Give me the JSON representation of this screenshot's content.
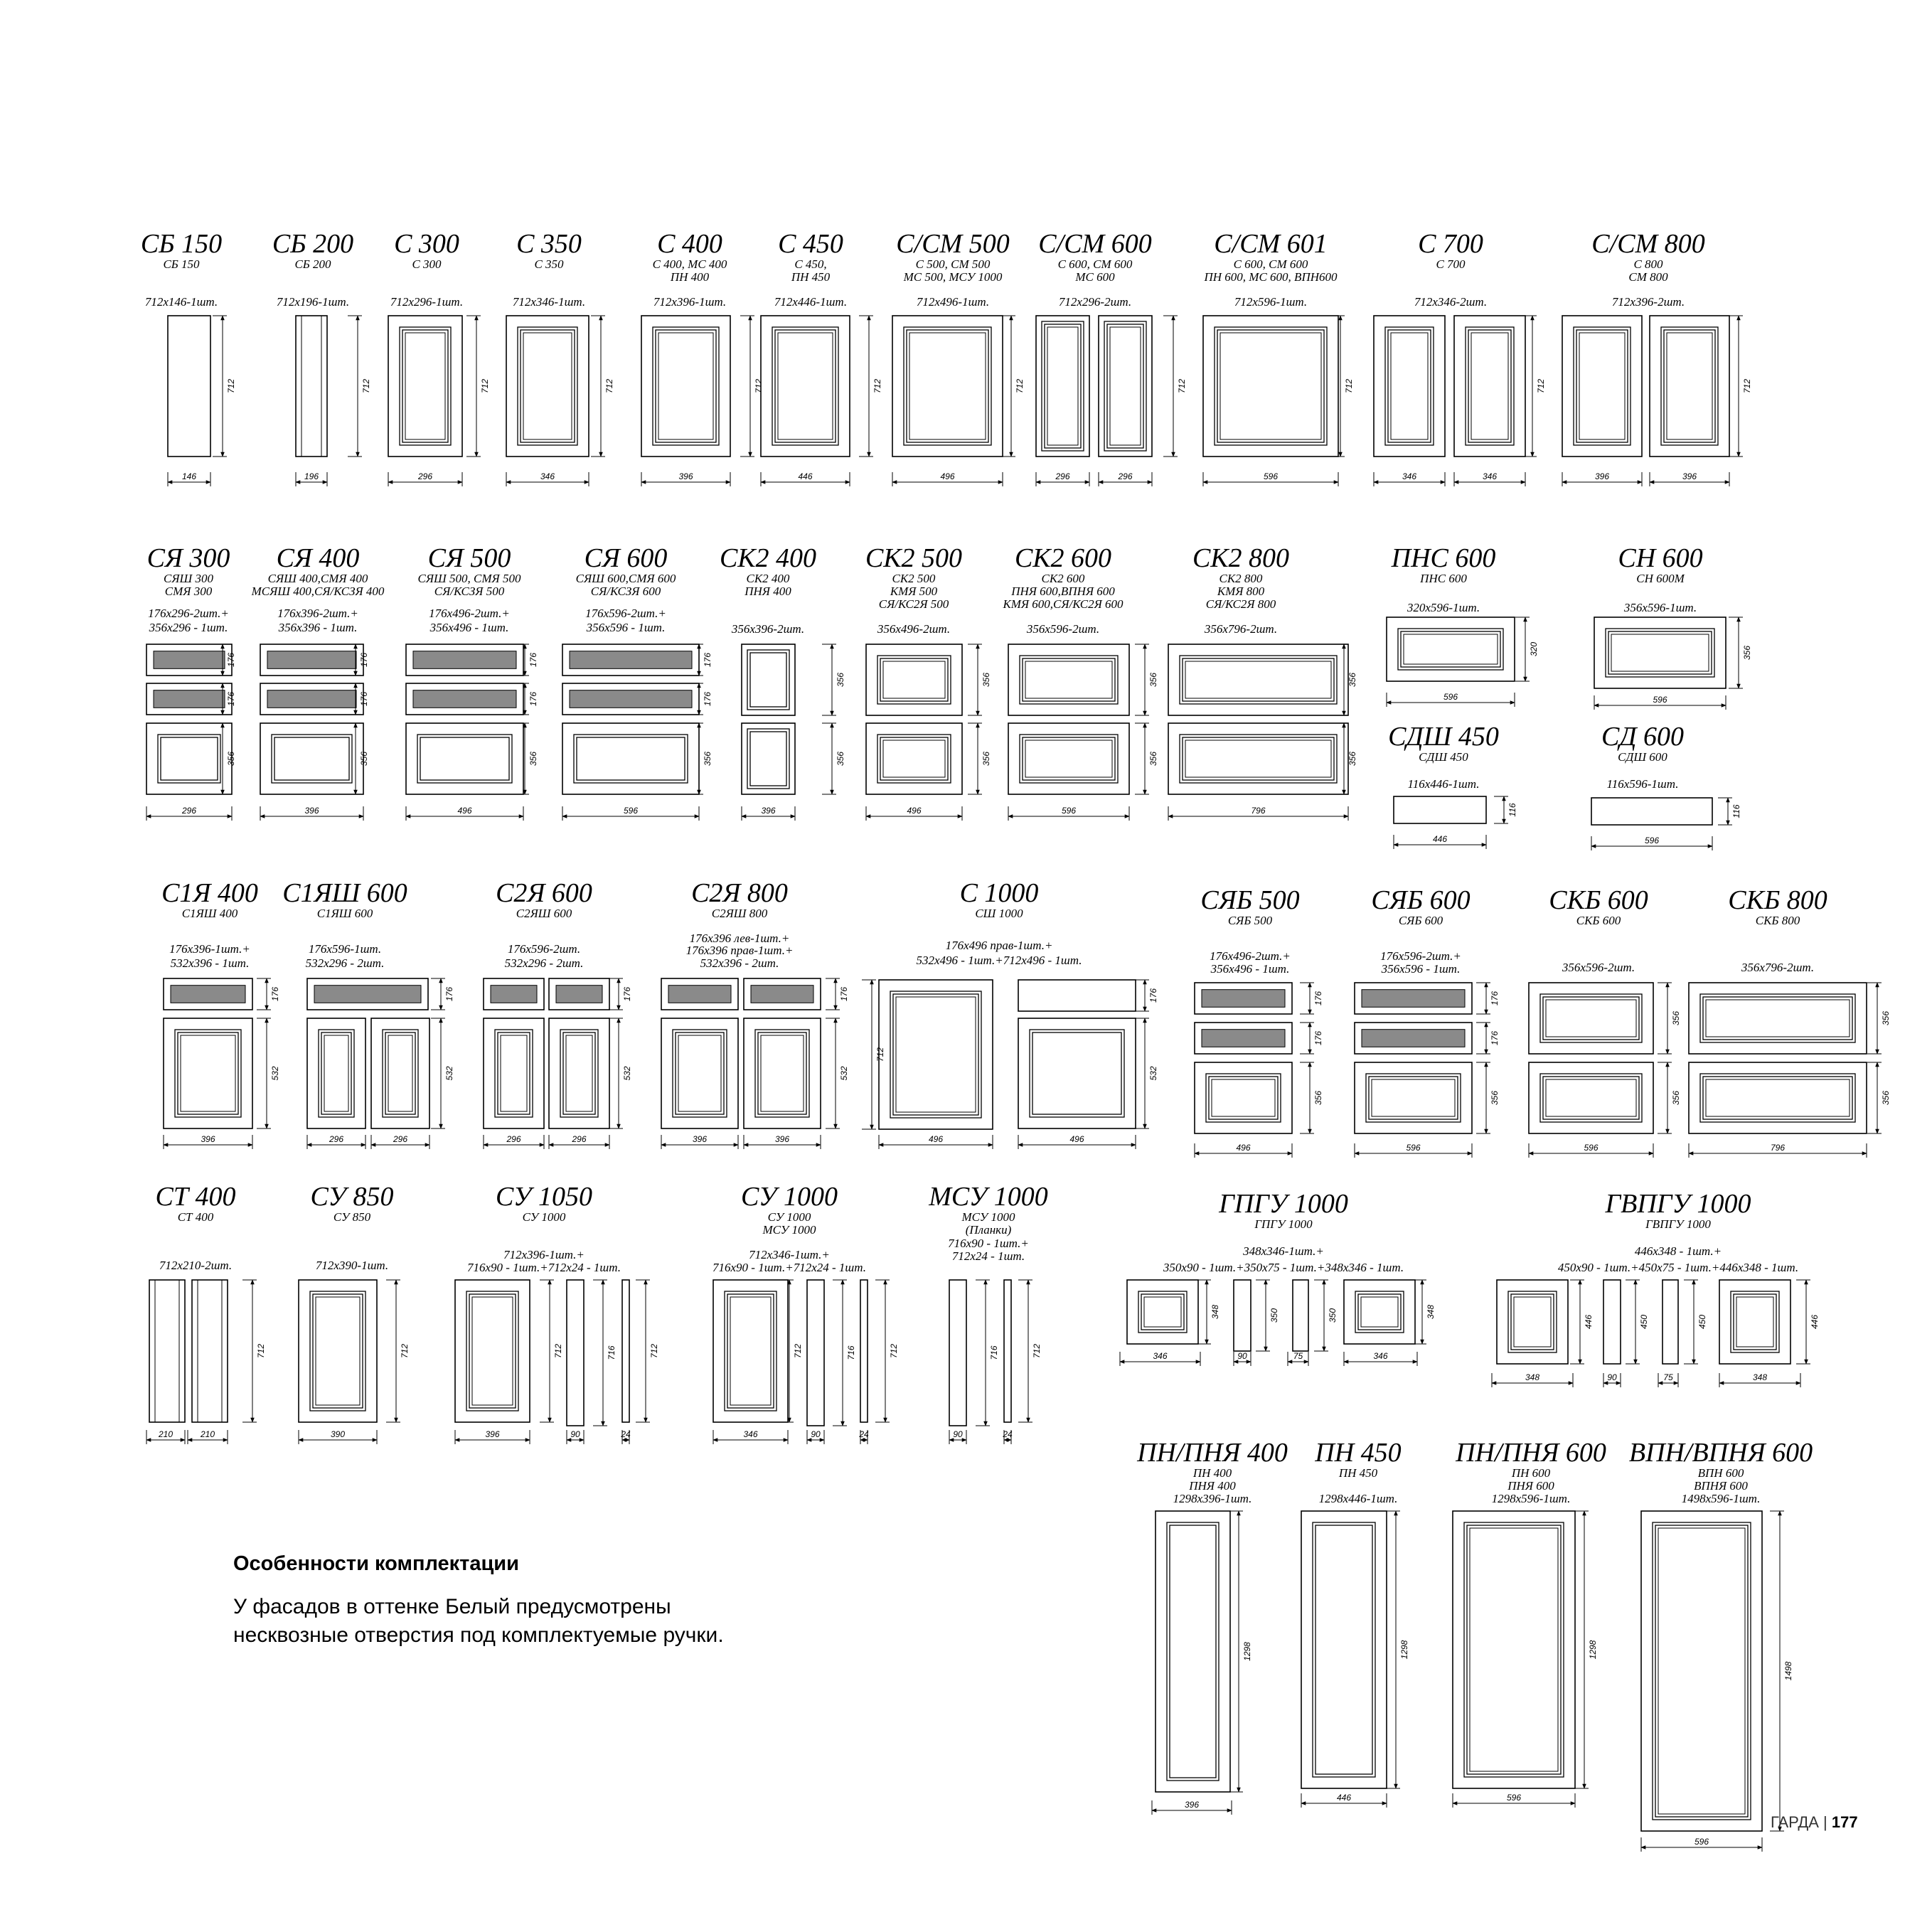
{
  "note": {
    "title": "Особенности комплектации",
    "text": "У фасадов в оттенке Белый предусмотрены несквозные отверстия под комплектуемые ручки."
  },
  "footer": {
    "brand": "ГАРДА",
    "separator": "|",
    "page": "177"
  },
  "items": [
    {
      "title": "СБ 150",
      "sub": [
        "СБ 150"
      ],
      "spec": [
        "712x146-1шт."
      ],
      "dims": [
        "712",
        "146"
      ]
    },
    {
      "title": "СБ 200",
      "sub": [
        "СБ 200"
      ],
      "spec": [
        "712x196-1шт."
      ],
      "dims": [
        "712",
        "196"
      ]
    },
    {
      "title": "С 300",
      "sub": [
        "С 300"
      ],
      "spec": [
        "712x296-1шт."
      ],
      "dims": [
        "712",
        "296"
      ]
    },
    {
      "title": "С 350",
      "sub": [
        "С 350"
      ],
      "spec": [
        "712x346-1шт."
      ],
      "dims": [
        "712",
        "346"
      ]
    },
    {
      "title": "С 400",
      "sub": [
        "С 400, МС 400",
        "ПН 400"
      ],
      "spec": [
        "712x396-1шт."
      ],
      "dims": [
        "712",
        "396"
      ]
    },
    {
      "title": "С 450",
      "sub": [
        "С 450,",
        "ПН 450"
      ],
      "spec": [
        "712x446-1шт."
      ],
      "dims": [
        "712",
        "446"
      ]
    },
    {
      "title": "С/СМ 500",
      "sub": [
        "С 500, СМ 500",
        "МС 500, МСУ 1000"
      ],
      "spec": [
        "712x496-1шт."
      ],
      "dims": [
        "712",
        "496"
      ]
    },
    {
      "title": "С/СМ 600",
      "sub": [
        "С 600, СМ 600",
        "МС 600"
      ],
      "spec": [
        "712x296-2шт."
      ],
      "dims": [
        "712",
        "296",
        "296"
      ]
    },
    {
      "title": "С/СМ 601",
      "sub": [
        "С 600, СМ 600",
        "ПН 600, МС 600, ВПН600"
      ],
      "spec": [
        "712x596-1шт."
      ],
      "dims": [
        "712",
        "596"
      ]
    },
    {
      "title": "С 700",
      "sub": [
        "С 700"
      ],
      "spec": [
        "712x346-2шт."
      ],
      "dims": [
        "712",
        "346",
        "346"
      ]
    },
    {
      "title": "С/СМ 800",
      "sub": [
        "С 800",
        "СМ 800"
      ],
      "spec": [
        "712x396-2шт."
      ],
      "dims": [
        "712",
        "396",
        "396"
      ]
    },
    {
      "title": "СЯ 300",
      "sub": [
        "СЯШ 300",
        "СМЯ 300"
      ],
      "spec": [
        "176x296-2шт.+",
        "356x296 - 1шт."
      ],
      "dims": [
        "176",
        "176",
        "356",
        "296"
      ]
    },
    {
      "title": "СЯ 400",
      "sub": [
        "СЯШ 400,СМЯ 400",
        "МСЯШ 400,СЯ/КСЗЯ 400"
      ],
      "spec": [
        "176x396-2шт.+",
        "356x396 - 1шт."
      ],
      "dims": [
        "176",
        "176",
        "356",
        "396"
      ]
    },
    {
      "title": "СЯ 500",
      "sub": [
        "СЯШ 500, СМЯ 500",
        "СЯ/КСЗЯ 500"
      ],
      "spec": [
        "176x496-2шт.+",
        "356x496 - 1шт."
      ],
      "dims": [
        "176",
        "176",
        "356",
        "496"
      ]
    },
    {
      "title": "СЯ 600",
      "sub": [
        "СЯШ 600,СМЯ 600",
        "СЯ/КСЗЯ 600"
      ],
      "spec": [
        "176x596-2шт.+",
        "356x596 - 1шт."
      ],
      "dims": [
        "176",
        "176",
        "356",
        "596"
      ]
    },
    {
      "title": "СК2 400",
      "sub": [
        "СК2 400",
        "ПНЯ 400"
      ],
      "spec": [
        "356x396-2шт."
      ],
      "dims": [
        "356",
        "356",
        "396"
      ]
    },
    {
      "title": "СК2 500",
      "sub": [
        "СК2 500",
        "КМЯ 500",
        "СЯ/КС2Я 500"
      ],
      "spec": [
        "356x496-2шт."
      ],
      "dims": [
        "356",
        "356",
        "496"
      ]
    },
    {
      "title": "СК2 600",
      "sub": [
        "СК2 600",
        "ПНЯ 600,ВПНЯ 600",
        "КМЯ 600,СЯ/КС2Я 600"
      ],
      "spec": [
        "356x596-2шт."
      ],
      "dims": [
        "356",
        "356",
        "596"
      ]
    },
    {
      "title": "СК2 800",
      "sub": [
        "СК2 800",
        "КМЯ 800",
        "СЯ/КС2Я 800"
      ],
      "spec": [
        "356x796-2шт."
      ],
      "dims": [
        "356",
        "356",
        "796"
      ]
    },
    {
      "title": "ПНС 600",
      "sub": [
        "ПНС 600"
      ],
      "spec": [
        "320x596-1шт."
      ],
      "dims": [
        "320",
        "596"
      ]
    },
    {
      "title": "СН 600",
      "sub": [
        "СН 600М"
      ],
      "spec": [
        "356x596-1шт."
      ],
      "dims": [
        "356",
        "596"
      ]
    },
    {
      "title": "СДШ 450",
      "sub": [
        "СДШ 450"
      ],
      "spec": [
        "116x446-1шт."
      ],
      "dims": [
        "116",
        "446"
      ]
    },
    {
      "title": "СД 600",
      "sub": [
        "СДШ 600"
      ],
      "spec": [
        "116x596-1шт."
      ],
      "dims": [
        "116",
        "596"
      ]
    },
    {
      "title": "С1Я 400",
      "sub": [
        "С1ЯШ 400"
      ],
      "spec": [
        "176x396-1шт.+",
        "532x396 - 1шт."
      ],
      "dims": [
        "176",
        "532",
        "396"
      ]
    },
    {
      "title": "С1ЯШ 600",
      "sub": [
        "С1ЯШ 600"
      ],
      "spec": [
        "176x596-1шт.",
        "532x296 - 2шт."
      ],
      "dims": [
        "176",
        "532",
        "296",
        "296"
      ]
    },
    {
      "title": "С2Я 600",
      "sub": [
        "С2ЯШ 600"
      ],
      "spec": [
        "176x596-2шт.",
        "532x296 - 2шт."
      ],
      "dims": [
        "176",
        "532",
        "296",
        "296"
      ]
    },
    {
      "title": "С2Я 800",
      "sub": [
        "С2ЯШ 800"
      ],
      "spec": [
        "176x396 лев-1шт.+",
        "176x396 прав-1шт.+",
        "532x396 - 2шт."
      ],
      "dims": [
        "176",
        "532",
        "396",
        "396"
      ]
    },
    {
      "title": "С 1000",
      "sub": [
        "СШ 1000"
      ],
      "spec": [
        "176x496 прав-1шт.+",
        "532x496 - 1шт.+712x496 - 1шт."
      ],
      "dims": [
        "712",
        "176",
        "532",
        "496",
        "496"
      ]
    },
    {
      "title": "СЯБ 500",
      "sub": [
        "СЯБ 500"
      ],
      "spec": [
        "176x496-2шт.+",
        "356x496 - 1шт."
      ],
      "dims": [
        "176",
        "176",
        "356",
        "496"
      ]
    },
    {
      "title": "СЯБ 600",
      "sub": [
        "СЯБ 600"
      ],
      "spec": [
        "176x596-2шт.+",
        "356x596 - 1шт."
      ],
      "dims": [
        "176",
        "176",
        "356",
        "596"
      ]
    },
    {
      "title": "СКБ 600",
      "sub": [
        "СКБ 600"
      ],
      "spec": [
        "356x596-2шт."
      ],
      "dims": [
        "356",
        "356",
        "596"
      ]
    },
    {
      "title": "СКБ 800",
      "sub": [
        "СКБ 800"
      ],
      "spec": [
        "356x796-2шт."
      ],
      "dims": [
        "356",
        "356",
        "796"
      ]
    },
    {
      "title": "СТ 400",
      "sub": [
        "СТ 400"
      ],
      "spec": [
        "712x210-2шт."
      ],
      "dims": [
        "712",
        "210",
        "210"
      ]
    },
    {
      "title": "СУ 850",
      "sub": [
        "СУ 850"
      ],
      "spec": [
        "712x390-1шт."
      ],
      "dims": [
        "712",
        "390"
      ]
    },
    {
      "title": "СУ 1050",
      "sub": [
        "СУ 1000"
      ],
      "spec": [
        "712x396-1шт.+",
        "716x90 - 1шт.+712x24 - 1шт."
      ],
      "dims": [
        "712",
        "716",
        "712",
        "396",
        "90",
        "24"
      ]
    },
    {
      "title": "СУ 1000",
      "sub": [
        "СУ 1000",
        "МСУ 1000"
      ],
      "spec": [
        "712x346-1шт.+",
        "716x90 - 1шт.+712x24 - 1шт."
      ],
      "dims": [
        "712",
        "716",
        "712",
        "346",
        "90",
        "24"
      ]
    },
    {
      "title": "МСУ 1000",
      "sub": [
        "МСУ 1000",
        "(Планки)"
      ],
      "spec": [
        "716x90 - 1шт.+",
        "712x24 - 1шт."
      ],
      "dims": [
        "716",
        "712",
        "90",
        "24"
      ]
    },
    {
      "title": "ГПГУ 1000",
      "sub": [
        "ГПГУ 1000"
      ],
      "spec": [
        "348x346-1шт.+",
        "350x90 - 1шт.+350x75 - 1шт.+348x346 - 1шт."
      ],
      "dims": [
        "348",
        "350",
        "350",
        "348",
        "346",
        "90",
        "75",
        "346"
      ]
    },
    {
      "title": "ГВПГУ 1000",
      "sub": [
        "ГВПГУ 1000"
      ],
      "spec": [
        "446x348 - 1шт.+",
        "450x90 - 1шт.+450x75 - 1шт.+446x348 - 1шт."
      ],
      "dims": [
        "446",
        "450",
        "450",
        "446",
        "348",
        "90",
        "75",
        "348"
      ]
    },
    {
      "title": "ПН/ПНЯ 400",
      "sub": [
        "ПН 400",
        "ПНЯ 400"
      ],
      "spec": [
        "1298x396-1шт."
      ],
      "dims": [
        "1298",
        "396"
      ]
    },
    {
      "title": "ПН 450",
      "sub": [
        "ПН 450"
      ],
      "spec": [
        "1298x446-1шт."
      ],
      "dims": [
        "1298",
        "446"
      ]
    },
    {
      "title": "ПН/ПНЯ 600",
      "sub": [
        "ПН 600",
        "ПНЯ 600"
      ],
      "spec": [
        "1298x596-1шт."
      ],
      "dims": [
        "1298",
        "596"
      ]
    },
    {
      "title": "ВПН/ВПНЯ 600",
      "sub": [
        "ВПН 600",
        "ВПНЯ 600"
      ],
      "spec": [
        "1498x596-1шт."
      ],
      "dims": [
        "1498",
        "596"
      ]
    }
  ]
}
